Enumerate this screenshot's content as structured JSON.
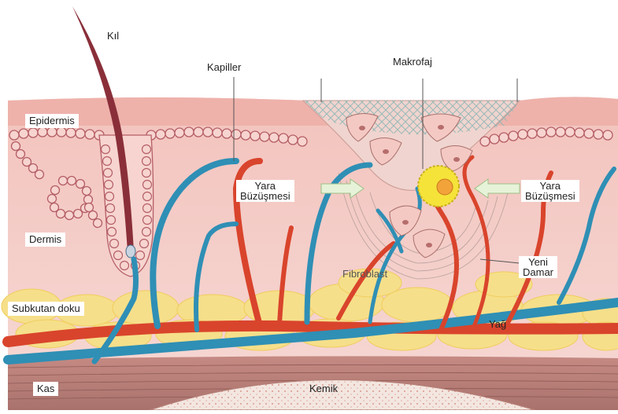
{
  "labels": {
    "kil": "Kıl",
    "kapiller": "Kapiller",
    "makrofaj": "Makrofaj",
    "epidermis": "Epidermis",
    "dermis": "Dermis",
    "subkutan": "Subkutan doku",
    "kas": "Kas",
    "kemik": "Kemik",
    "fibroblast": "Fibroblast",
    "yag": "Yağ",
    "yara_left_1": "Yara",
    "yara_left_2": "Büzüşmesi",
    "yara_right_1": "Yara",
    "yara_right_2": "Büzüşmesi",
    "yeni_1": "Yeni",
    "yeni_2": "Damar"
  },
  "colors": {
    "skin_top": "#f4c7c0",
    "dermis": "#f5d6d2",
    "fat": "#f6df8a",
    "artery": "#d9442c",
    "vein": "#2f8fb5",
    "hair": "#8a2f3a",
    "muscle": "#b9817a",
    "bone": "#f1e4de"
  }
}
